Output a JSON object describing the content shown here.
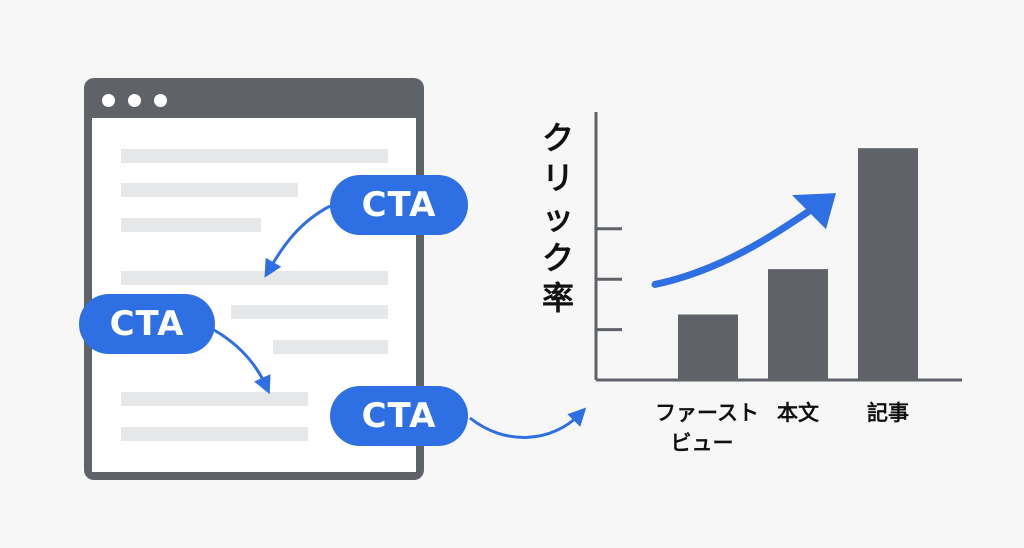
{
  "diagram": {
    "cta_buttons": [
      {
        "label": "CTA"
      },
      {
        "label": "CTA"
      },
      {
        "label": "CTA"
      }
    ]
  },
  "chart_data": {
    "type": "bar",
    "ylabel": "クリック率",
    "categories": [
      "ファーストビュー",
      "本文",
      "記事"
    ],
    "category_lines": [
      [
        "ファースト",
        "ビュー"
      ],
      [
        "本文"
      ],
      [
        "記事"
      ]
    ],
    "values": [
      1.3,
      2.2,
      4.6
    ],
    "ylim": [
      0,
      5
    ],
    "yticks": [
      1,
      2,
      3
    ],
    "grid": false,
    "bar_color": "#5f6368",
    "arrow_color": "#2f6fe4"
  }
}
